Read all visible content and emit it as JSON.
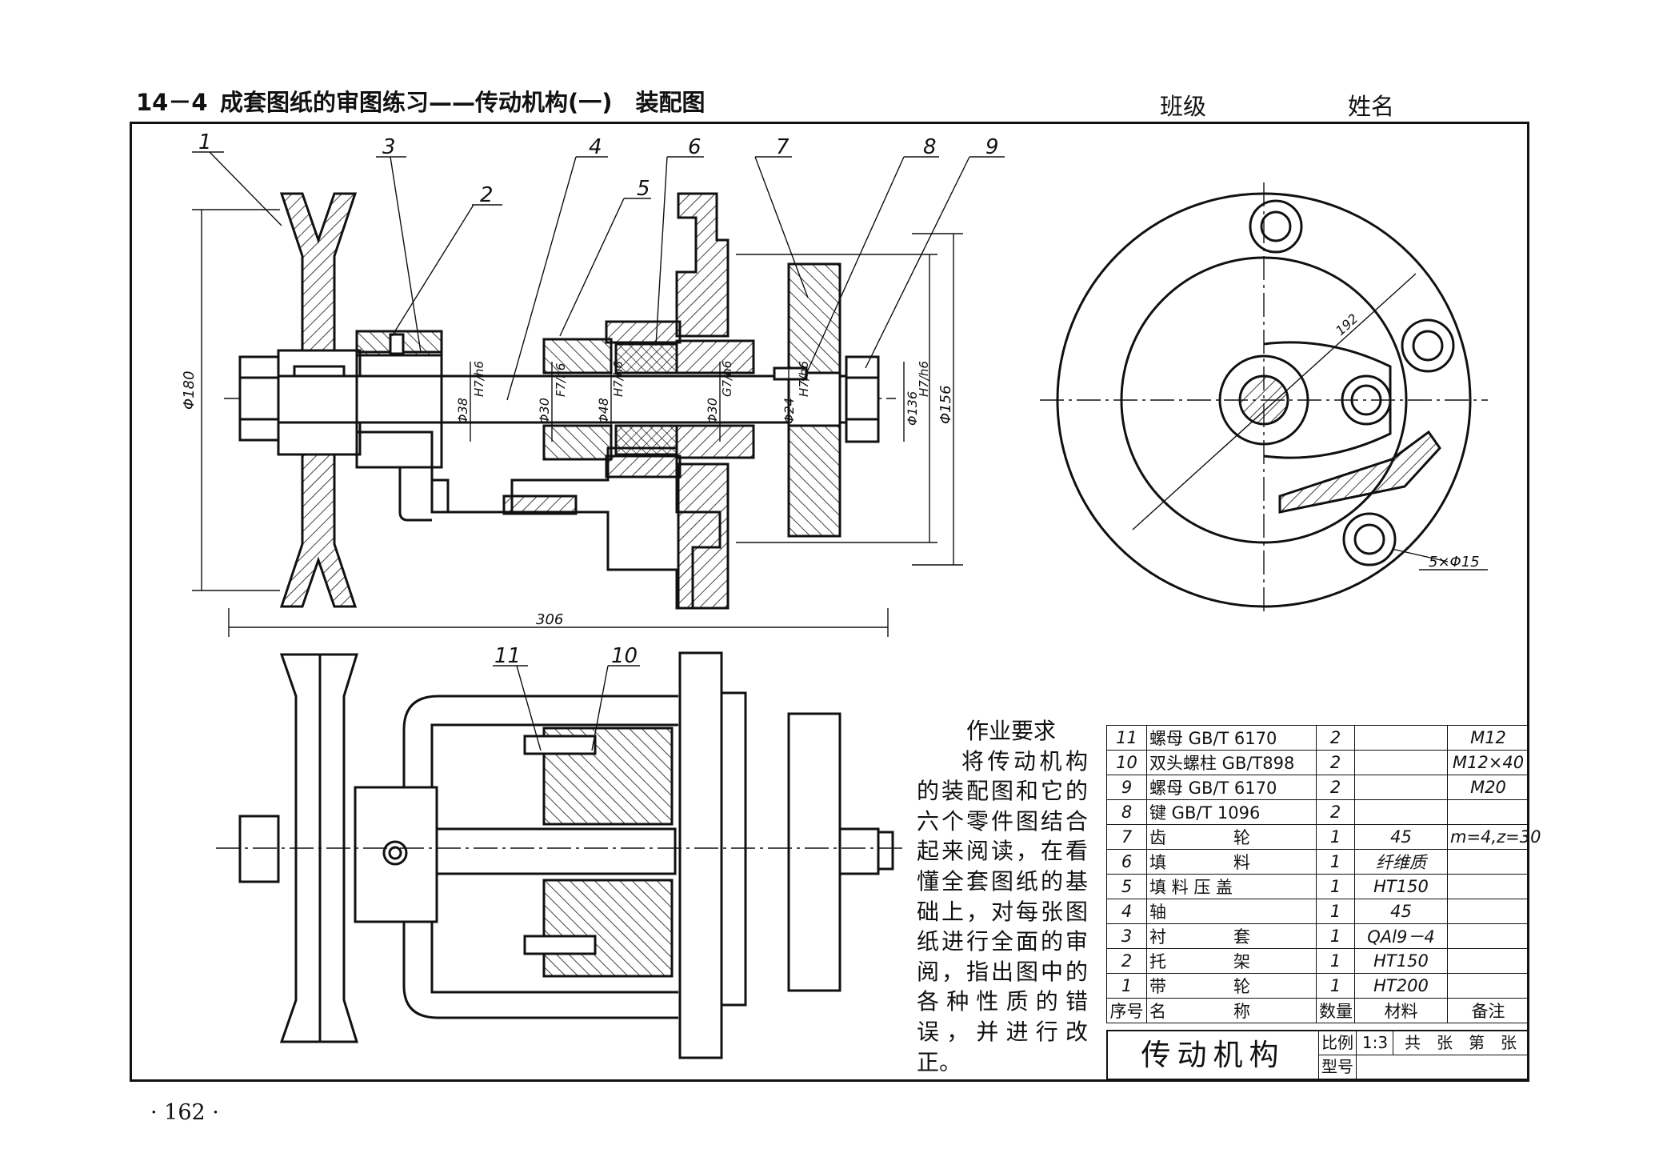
{
  "header": {
    "section": "14－4",
    "title": "成套图纸的审图练习——传动机构(一)　装配图",
    "class_label": "班级",
    "name_label": "姓名"
  },
  "callouts": [
    "1",
    "2",
    "3",
    "4",
    "5",
    "6",
    "7",
    "8",
    "9",
    "10",
    "11"
  ],
  "dimensions": {
    "d180": "Φ180",
    "d38": "Φ38",
    "fit_h7h6": "H7/h6",
    "d30a": "Φ30",
    "fit_f7h6": "F7/h6",
    "d48": "Φ48",
    "d30b": "Φ30",
    "fit_g7h6": "G7/h6",
    "d24": "Φ24",
    "d136": "Φ136",
    "d156": "Φ156",
    "len306": "306",
    "r192": "192",
    "holes": "5×Φ15"
  },
  "requirements": {
    "title": "作业要求",
    "body": "将传动机构的装配图和它的六个零件图结合起来阅读，在看懂全套图纸的基础上，对每张图纸进行全面的审阅，指出图中的各种性质的错误，并进行改正。"
  },
  "bom": {
    "rows": [
      {
        "no": "11",
        "name": "螺母 GB/T 6170",
        "qty": "2",
        "material": "",
        "note": "M12"
      },
      {
        "no": "10",
        "name": "双头螺柱 GB/T898",
        "qty": "2",
        "material": "",
        "note": "M12×40"
      },
      {
        "no": "9",
        "name": "螺母 GB/T 6170",
        "qty": "2",
        "material": "",
        "note": "M20"
      },
      {
        "no": "8",
        "name": "键 GB/T 1096",
        "qty": "2",
        "material": "",
        "note": ""
      },
      {
        "no": "7",
        "name": "齿　　　　轮",
        "qty": "1",
        "material": "45",
        "note": "m=4,z=30"
      },
      {
        "no": "6",
        "name": "填　　　　料",
        "qty": "1",
        "material": "纤维质",
        "note": ""
      },
      {
        "no": "5",
        "name": "填 料 压 盖",
        "qty": "1",
        "material": "HT150",
        "note": ""
      },
      {
        "no": "4",
        "name": "轴",
        "qty": "1",
        "material": "45",
        "note": ""
      },
      {
        "no": "3",
        "name": "衬　　　　套",
        "qty": "1",
        "material": "QAl9－4",
        "note": ""
      },
      {
        "no": "2",
        "name": "托　　　　架",
        "qty": "1",
        "material": "HT150",
        "note": ""
      },
      {
        "no": "1",
        "name": "带　　　　轮",
        "qty": "1",
        "material": "HT200",
        "note": ""
      }
    ],
    "header": {
      "no": "序号",
      "name": "名　　　　称",
      "qty": "数量",
      "material": "材料",
      "note": "备注"
    }
  },
  "title_block": {
    "name": "传动机构",
    "scale_label": "比例",
    "scale": "1:3",
    "sheets": "共　张　第　张",
    "type_label": "型号"
  },
  "page_number": "· 162 ·"
}
